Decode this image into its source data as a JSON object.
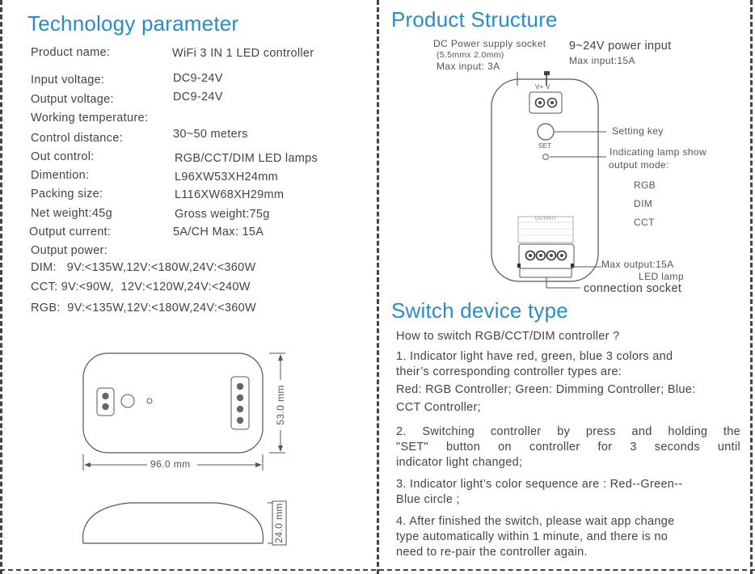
{
  "left": {
    "title": "Technology parameter",
    "params": [
      {
        "label": "Product name:",
        "value": "WiFi 3 IN 1 LED controller"
      },
      {
        "label": "Input voltage:",
        "value": "DC9-24V"
      },
      {
        "label": "Output voltage:",
        "value": "DC9-24V"
      },
      {
        "label": "Working temperature:",
        "value": ""
      },
      {
        "label": "Control distance:",
        "value": "30~50 meters"
      },
      {
        "label": "Out control:",
        "value": "RGB/CCT/DIM LED lamps"
      },
      {
        "label": "Dimention:",
        "value": "L96XW53XH24mm"
      },
      {
        "label": "Packing size:",
        "value": "L116XW68XH29mm"
      },
      {
        "label": "Net weight:45g",
        "value": "Gross weight:75g"
      },
      {
        "label": "Output current:",
        "value": "5A/CH Max: 15A"
      }
    ],
    "output_power_label": "Output power:",
    "output_power": [
      "DIM:   9V:<135W,12V:<180W,24V:<360W",
      "CCT: 9V:<90W,  12V:<120W,24V:<240W",
      "RGB:  9V:<135W,12V:<180W,24V:<360W"
    ],
    "dim_height": "53.0 mm",
    "dim_width": "96.0 mm",
    "dim_depth": "24.0 mm"
  },
  "structure": {
    "title": "Product Structure",
    "dc_socket_1": "DC Power supply socket",
    "dc_socket_2": "(5.5mmx 2.0mm)",
    "dc_socket_3": "Max input: 3A",
    "power_1": "9~24V  power input",
    "power_2": "Max input:15A",
    "setting_key": "Setting key",
    "indicating_1": "Indicating lamp show",
    "indicating_2": "output mode:",
    "modes": [
      "RGB",
      "DIM",
      "CCT"
    ],
    "set_text": "SET",
    "vplus": "V+  V",
    "output_text": "OUTPUT",
    "max_output": "Max output:15A",
    "led_lamp": "LED lamp",
    "connection_socket": "connection socket"
  },
  "switch": {
    "title": "Switch device type",
    "question": "How to switch RGB/CCT/DIM controller ?",
    "p1_lines": [
      "1. Indicator light have red, green, blue 3 colors and",
      "their’s corresponding controller types are:",
      "Red: RGB Controller; Green: Dimming Controller; Blue:",
      "CCT Controller;"
    ],
    "p2_lines": [
      "2. Switching controller by press and holding the",
      "\"SET\" button on controller for 3 seconds until",
      "indicator light changed;"
    ],
    "p3_lines": [
      "3. Indicator light’s color sequence are : Red--Green--",
      "Blue circle ;"
    ],
    "p4_lines": [
      "4. After finished the switch, please wait app change",
      "type automatically within 1 minute, and there is no",
      "need to re-pair the controller again."
    ]
  },
  "colors": {
    "heading": "#2a8cc7",
    "text": "#444444"
  }
}
